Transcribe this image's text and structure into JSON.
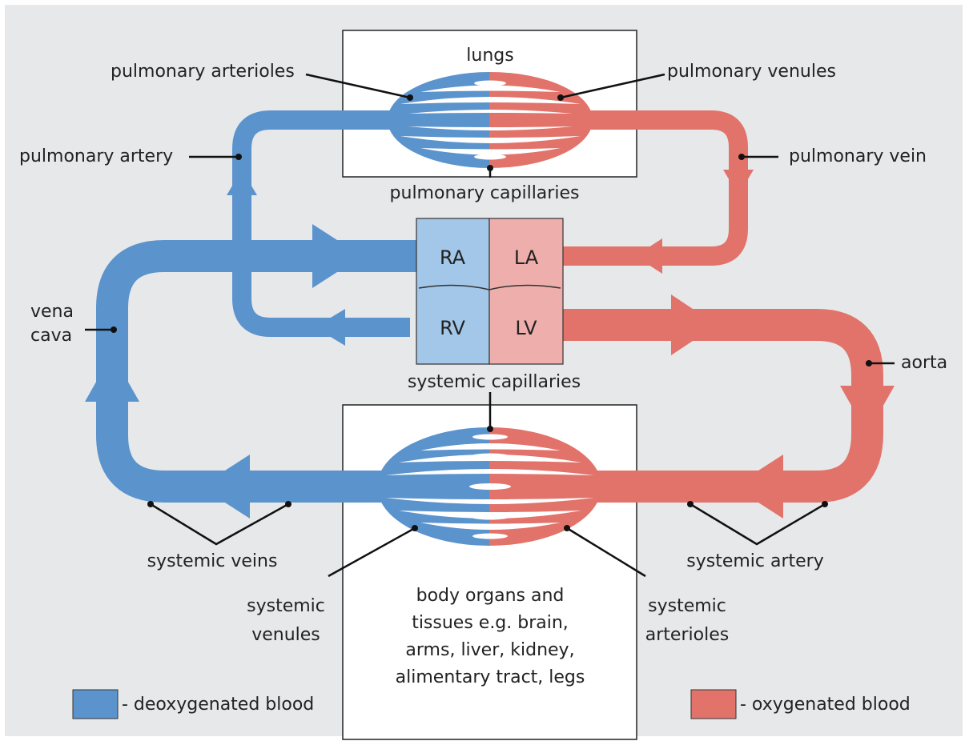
{
  "colors": {
    "deoxygenated": "#5b93cd",
    "oxygenated": "#e1736b",
    "right_heart": "#a3c7e8",
    "left_heart": "#eeaeac",
    "background": "#e6e8ea",
    "capillary_gap": "#ffffff"
  },
  "boxes": {
    "lungs_title": "lungs",
    "body_description": [
      "body organs and",
      "tissues e.g. brain,",
      "arms, liver, kidney,",
      "alimentary tract, legs"
    ]
  },
  "heart": {
    "ra": "RA",
    "la": "LA",
    "rv": "RV",
    "lv": "LV"
  },
  "labels": {
    "pulmonary_arterioles": "pulmonary arterioles",
    "pulmonary_venules": "pulmonary venules",
    "pulmonary_artery": "pulmonary artery",
    "pulmonary_vein": "pulmonary vein",
    "pulmonary_capillaries": "pulmonary capillaries",
    "vena_cava_1": "vena",
    "vena_cava_2": "cava",
    "aorta": "aorta",
    "systemic_capillaries": "systemic capillaries",
    "systemic_veins": "systemic veins",
    "systemic_artery": "systemic artery",
    "systemic_venules_1": "systemic",
    "systemic_venules_2": "venules",
    "systemic_arterioles_1": "systemic",
    "systemic_arterioles_2": "arterioles"
  },
  "legend": {
    "deoxygenated": "- deoxygenated blood",
    "oxygenated": "- oxygenated blood"
  }
}
